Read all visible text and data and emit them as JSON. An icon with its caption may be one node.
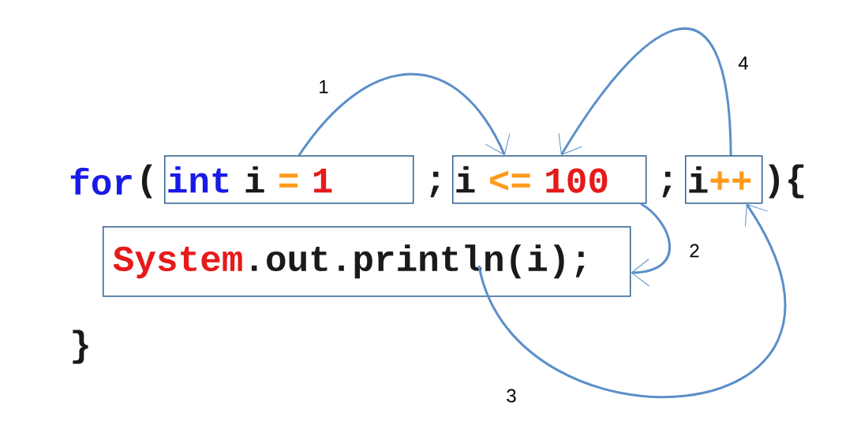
{
  "diagram": {
    "nodes": [
      {
        "text": [
          "int",
          "i",
          "=",
          "1"
        ]
      },
      {
        "text": [
          "i",
          "<=",
          "100"
        ]
      },
      {
        "text": [
          "i",
          "++"
        ]
      },
      {
        "text": [
          "System",
          ".out.println(i);"
        ]
      }
    ],
    "edges": [
      {
        "from": 0,
        "to": 1,
        "arrow": "to",
        "label": "1"
      },
      {
        "from": 1,
        "to": 3,
        "arrow": "to",
        "label": "2"
      },
      {
        "from": 3,
        "to": 2,
        "arrow": "to",
        "label": "3"
      },
      {
        "from": 2,
        "to": 1,
        "arrow": "to",
        "label": "4"
      }
    ],
    "labels": [
      "for",
      "(",
      ";",
      ";",
      "){",
      "}"
    ]
  }
}
